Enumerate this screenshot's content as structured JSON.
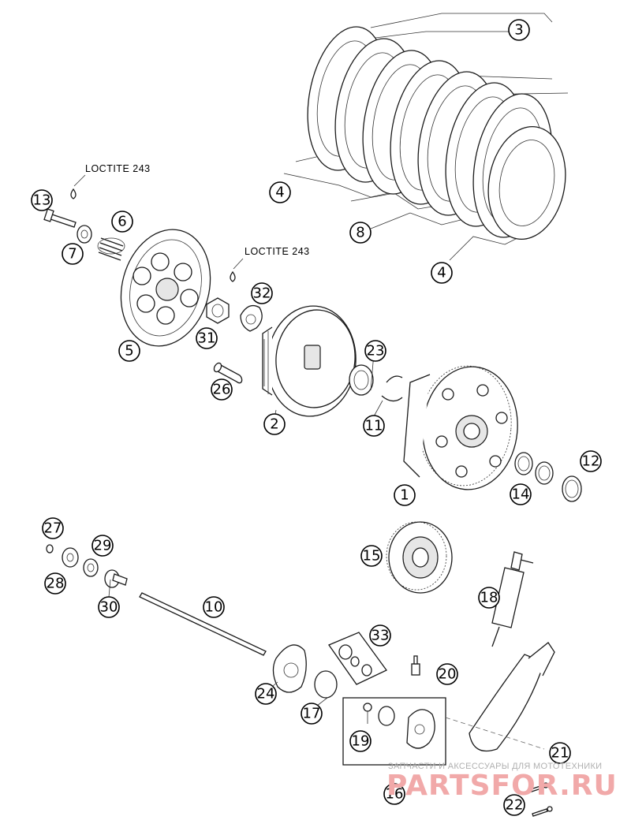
{
  "annotations": {
    "loctite_top": "LOCTITE 243",
    "loctite_mid": "LOCTITE 243"
  },
  "callouts": {
    "c1": "1",
    "c2": "2",
    "c3": "3",
    "c4a": "4",
    "c4b": "4",
    "c5": "5",
    "c6": "6",
    "c7": "7",
    "c8": "8",
    "c10": "10",
    "c11": "11",
    "c12": "12",
    "c13": "13",
    "c14": "14",
    "c15": "15",
    "c16": "16",
    "c17": "17",
    "c18": "18",
    "c19": "19",
    "c20": "20",
    "c21": "21",
    "c22": "22",
    "c23": "23",
    "c24": "24",
    "c26": "26",
    "c27": "27",
    "c28": "28",
    "c29": "29",
    "c30": "30",
    "c31": "31",
    "c32": "32",
    "c33": "33"
  },
  "watermark": {
    "tagline": "ЗАПЧАСТИ И АКСЕССУАРЫ ДЛЯ МОТОТЕХНИКИ",
    "brand": "PARTSFOR.RU"
  }
}
